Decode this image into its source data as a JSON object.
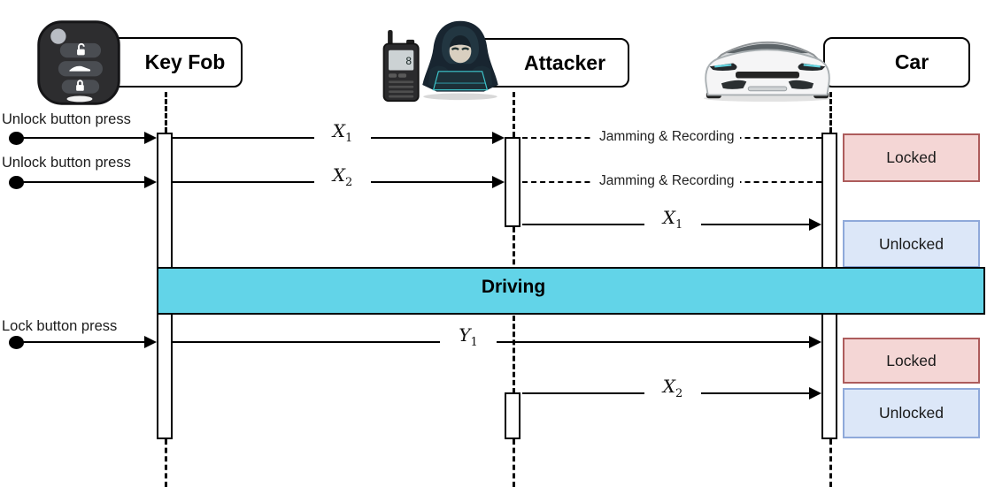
{
  "actors": [
    {
      "id": "keyfob",
      "label": "Key Fob",
      "icon": "key-fob-image"
    },
    {
      "id": "attacker",
      "label": "Attacker",
      "icon": "hacker-image"
    },
    {
      "id": "car",
      "label": "Car",
      "icon": "car-image"
    }
  ],
  "icons": {
    "radio": "radio-transceiver-image",
    "fob_buttons": [
      "unlock-button-icon",
      "trunk-button-icon",
      "lock-button-icon"
    ]
  },
  "labels": {
    "unlock_press_1": "Unlock button press",
    "unlock_press_2": "Unlock button press",
    "lock_press": "Lock button press",
    "jamming_1": "Jamming & Recording",
    "jamming_2": "Jamming & Recording",
    "driving": "Driving"
  },
  "signals": {
    "x1": {
      "base": "X",
      "sub": "1"
    },
    "x2": {
      "base": "X",
      "sub": "2"
    },
    "x1_replay": {
      "base": "X",
      "sub": "1"
    },
    "y1": {
      "base": "Y",
      "sub": "1"
    },
    "x2_replay": {
      "base": "X",
      "sub": "2"
    }
  },
  "states": [
    {
      "label": "Locked",
      "fill": "#f4d6d5",
      "border": "#ad5c5c"
    },
    {
      "label": "Unlocked",
      "fill": "#dce7f8",
      "border": "#8fa9da"
    },
    {
      "label": "Locked",
      "fill": "#f4d6d5",
      "border": "#ad5c5c"
    },
    {
      "label": "Unlocked",
      "fill": "#dce7f8",
      "border": "#8fa9da"
    }
  ],
  "colors": {
    "driving_band": "#62d4e8",
    "line": "#000000",
    "background": "#ffffff"
  }
}
